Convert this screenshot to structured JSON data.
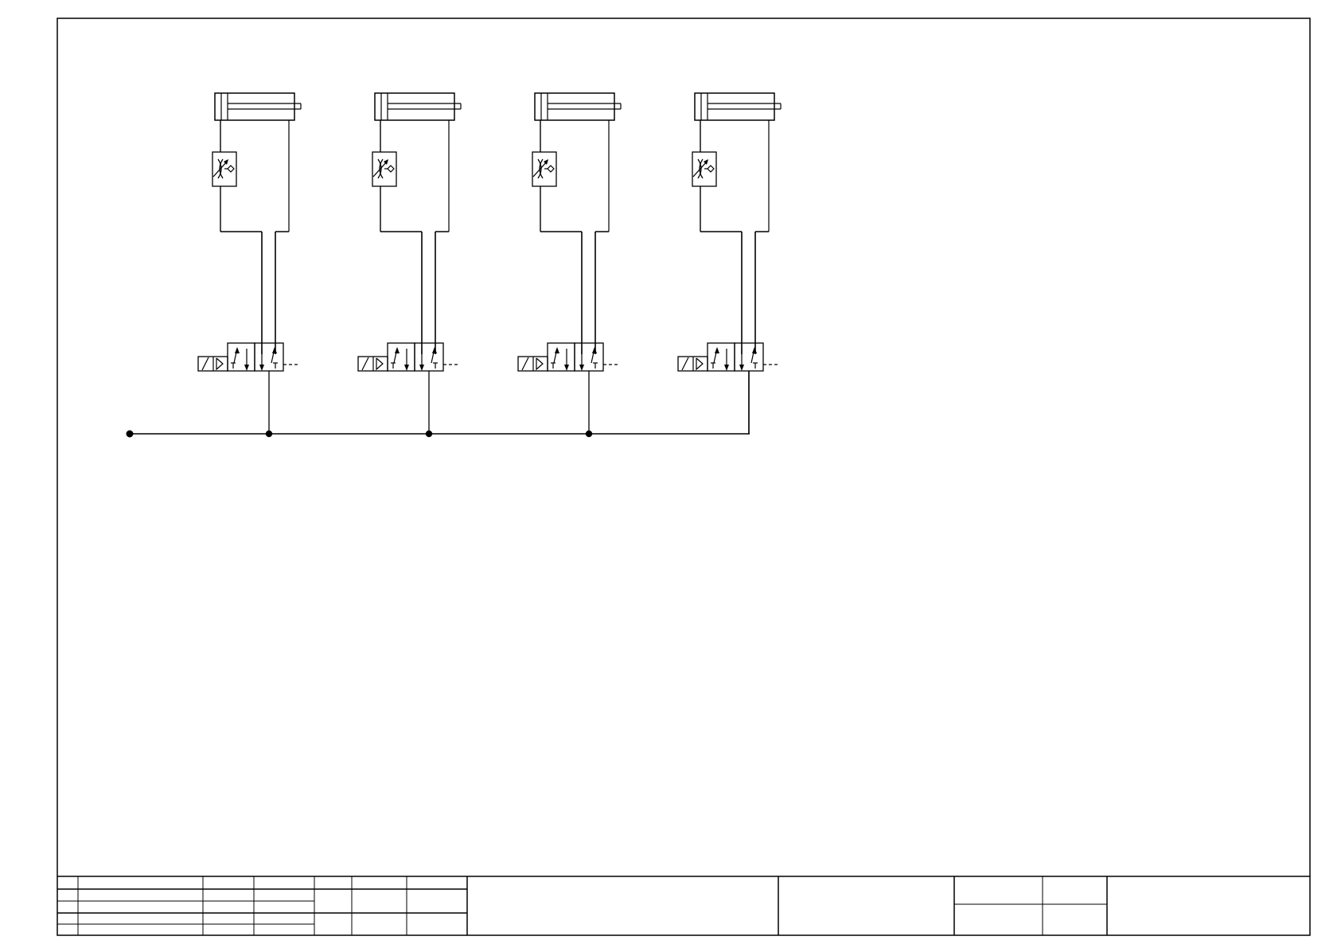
{
  "drawing": {
    "units": [
      {
        "id": "unit-1"
      },
      {
        "id": "unit-2"
      },
      {
        "id": "unit-3"
      },
      {
        "id": "unit-4"
      }
    ],
    "colors": {
      "line": "#000000",
      "background": "#ffffff"
    }
  },
  "title_block": {
    "present": true,
    "text": {}
  }
}
